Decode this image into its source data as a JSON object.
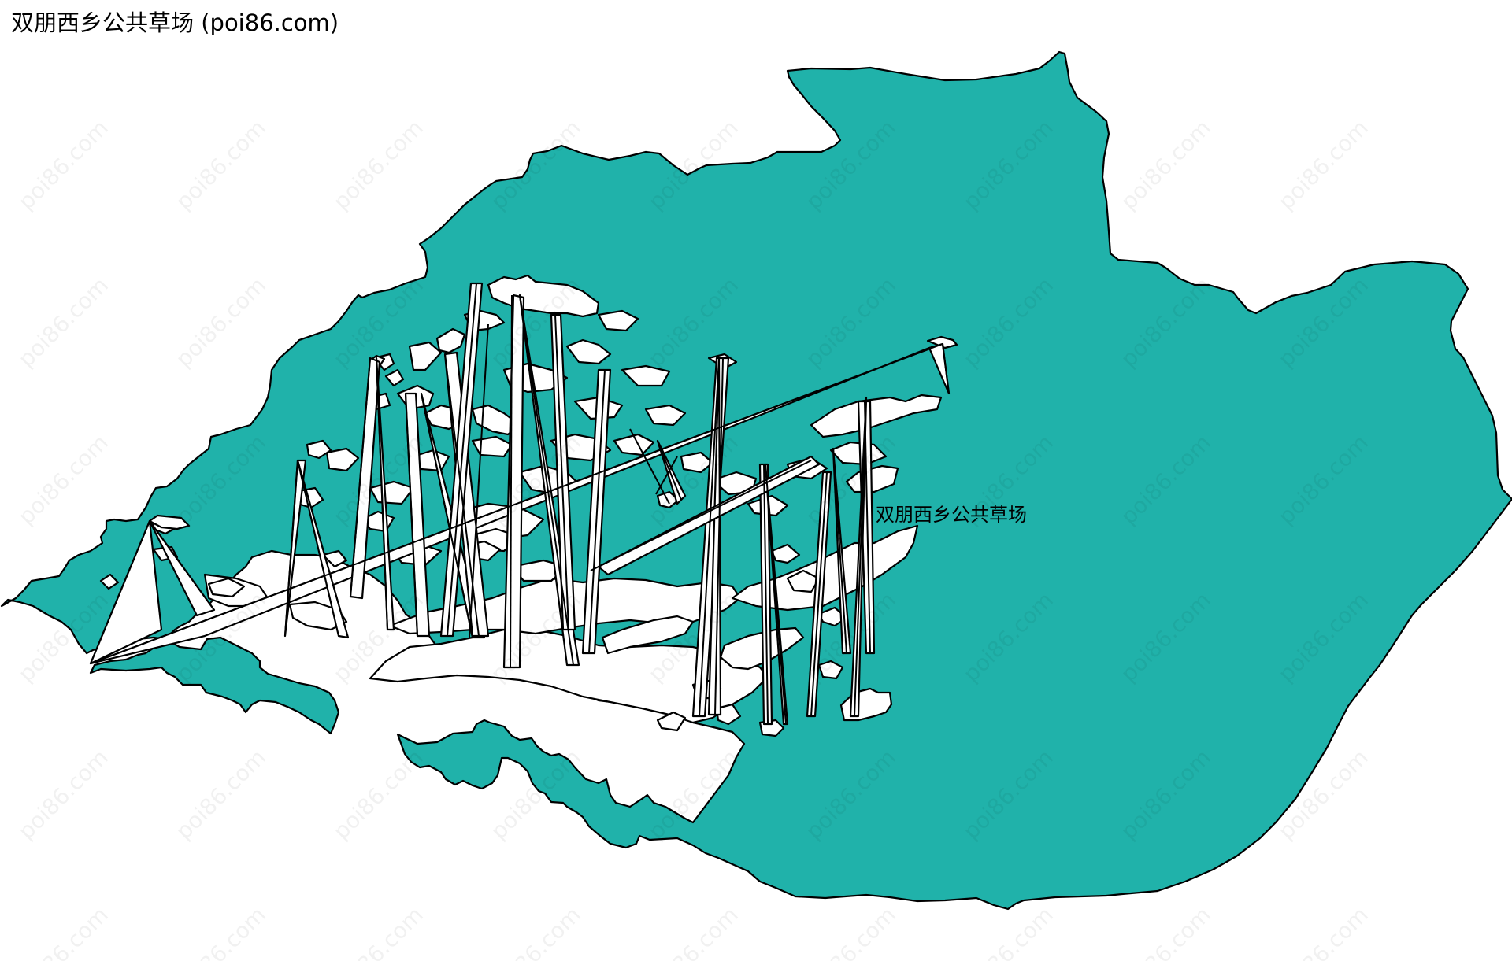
{
  "header": {
    "title": "双朋西乡公共草场 (poi86.com)"
  },
  "map": {
    "region_name": "双朋西乡公共草场",
    "label": "双朋西乡公共草场",
    "fill_color": "#20B2AA",
    "stroke_color": "#000000",
    "background_color": "#FFFFFF"
  },
  "watermark": {
    "text": "poi86.com",
    "rotation_deg": -45
  }
}
